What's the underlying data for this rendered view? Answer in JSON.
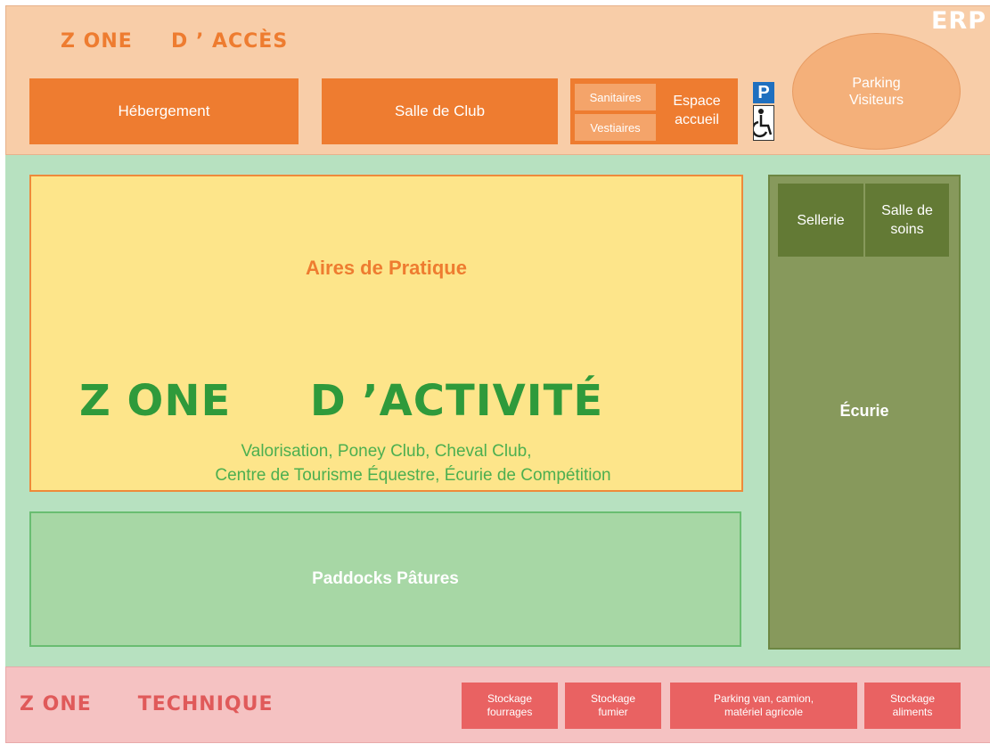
{
  "zone_acces": {
    "title": "Z ONE     D ’ ACCÈS",
    "erp": "ERP",
    "hebergement": "Hébergement",
    "salle_club": "Salle de Club",
    "sanitaires": "Sanitaires",
    "vestiaires": "Vestiaires",
    "espace_line1": "Espace",
    "espace_line2": "accueil",
    "parking_sign": "P",
    "parking_line1": "Parking",
    "parking_line2": "Visiteurs"
  },
  "zone_activite": {
    "aires": "Aires de Pratique",
    "title": "Z ONE     D ’ACTIVITÉ",
    "subtitle_line1": "Valorisation, Poney Club, Cheval Club,",
    "subtitle_line2": "Centre de Tourisme Équestre, Écurie de Compétition",
    "paddocks": "Paddocks Pâtures",
    "sellerie": "Sellerie",
    "soins_line1": "Salle de",
    "soins_line2": "soins",
    "ecurie": "Écurie"
  },
  "zone_technique": {
    "title": "Z ONE      TECHNIQUE",
    "items": [
      {
        "line1": "Stockage",
        "line2": "fourrages"
      },
      {
        "line1": "Stockage",
        "line2": "fumier"
      },
      {
        "line1": "Parking van, camion,",
        "line2": "matériel agricole"
      },
      {
        "line1": "Stockage",
        "line2": "aliments"
      }
    ]
  },
  "colors": {
    "acces_bg": "#f8cda8",
    "activite_bg": "#b7e1c0",
    "technique_bg": "#f5c2c2",
    "orange": "#ee7c30",
    "green_dark": "#2f9a3b",
    "olive": "#87995c",
    "red": "#e96262"
  },
  "icons": [
    "parking-sign-icon",
    "wheelchair-icon"
  ]
}
